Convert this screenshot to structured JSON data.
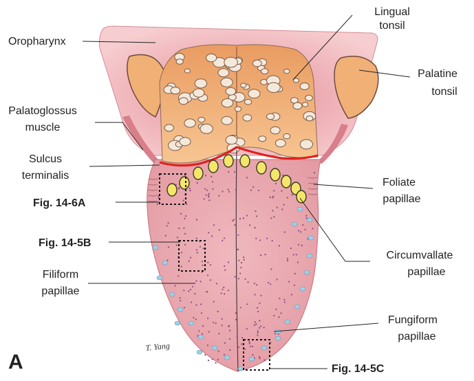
{
  "labels": {
    "oropharynx": "Oropharynx",
    "lingual_tonsil_1": "Lingual",
    "lingual_tonsil_2": "tonsil",
    "palatine_tonsil_1": "Palatine",
    "palatine_tonsil_2": "tonsil",
    "palatoglossus_1": "Palatoglossus",
    "palatoglossus_2": "muscle",
    "sulcus_1": "Sulcus",
    "sulcus_2": "terminalis",
    "fig_14_6a": "Fig. 14-6A",
    "fig_14_5b": "Fig. 14-5B",
    "filiform_1": "Filiform",
    "filiform_2": "papillae",
    "foliate_1": "Foliate",
    "foliate_2": "papillae",
    "circumvallate_1": "Circumvallate",
    "circumvallate_2": "papillae",
    "fungiform_1": "Fungiform",
    "fungiform_2": "papillae",
    "fig_14_5c": "Fig. 14-5C",
    "panel": "A",
    "signature": "T. Yang"
  },
  "colors": {
    "tongue": "#e9aab0",
    "tongue_edge": "#c97c86",
    "pharynx": "#f1bcc1",
    "tonsil": "#f2b173",
    "tonsil_nodule": "#f4e8da",
    "palatine": "#f3bb7d",
    "sulcus_line": "#e0211f",
    "circumvallate": "#f3e66a",
    "fungiform": "#9fd0e8",
    "filiform_dot": "#8a4a7e"
  }
}
